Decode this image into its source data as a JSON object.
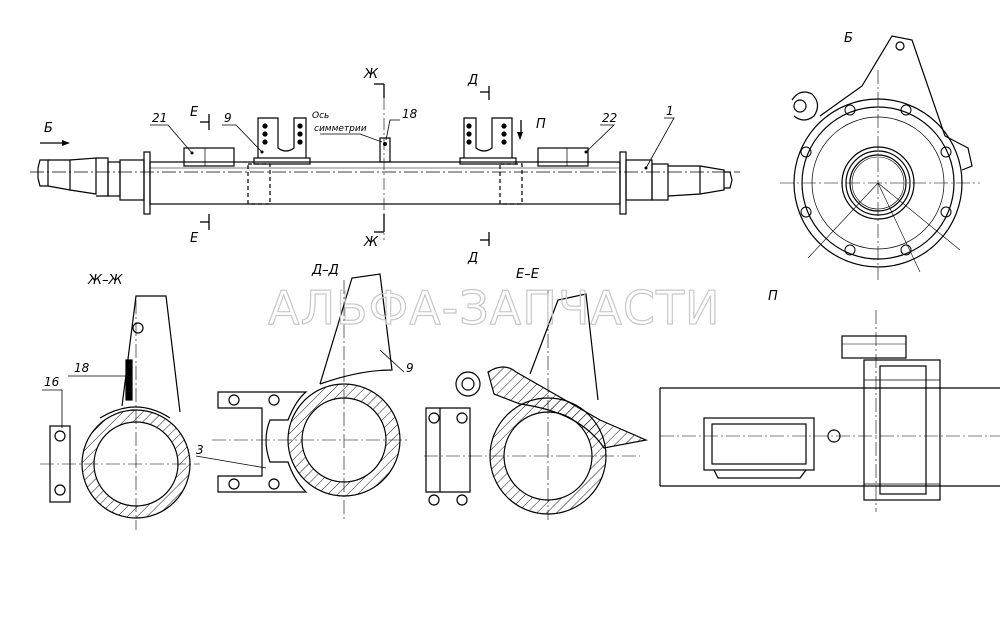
{
  "watermark": "АЛЬФА-ЗАПЧАСТИ",
  "views": {
    "view_b": "Б",
    "section_zh": "Ж–Ж",
    "section_d": "Д–Д",
    "section_e": "Е–Е",
    "view_p": "П"
  },
  "markers": {
    "b": "Б",
    "e_top": "Е",
    "e_bottom": "Е",
    "zh_top": "Ж",
    "zh_bottom": "Ж",
    "d_top": "Д",
    "d_bottom": "Д",
    "p": "П"
  },
  "symmetry_axis": {
    "line1": "Ось",
    "line2": "симметрии"
  },
  "callouts": {
    "c21": "21",
    "c9_main": "9",
    "c18_main": "18",
    "c22": "22",
    "c1": "1",
    "c18_zh": "18",
    "c16": "16",
    "c3": "3",
    "c9_d": "9"
  },
  "colors": {
    "line": "#000000",
    "watermark": "#c8c8c8"
  }
}
